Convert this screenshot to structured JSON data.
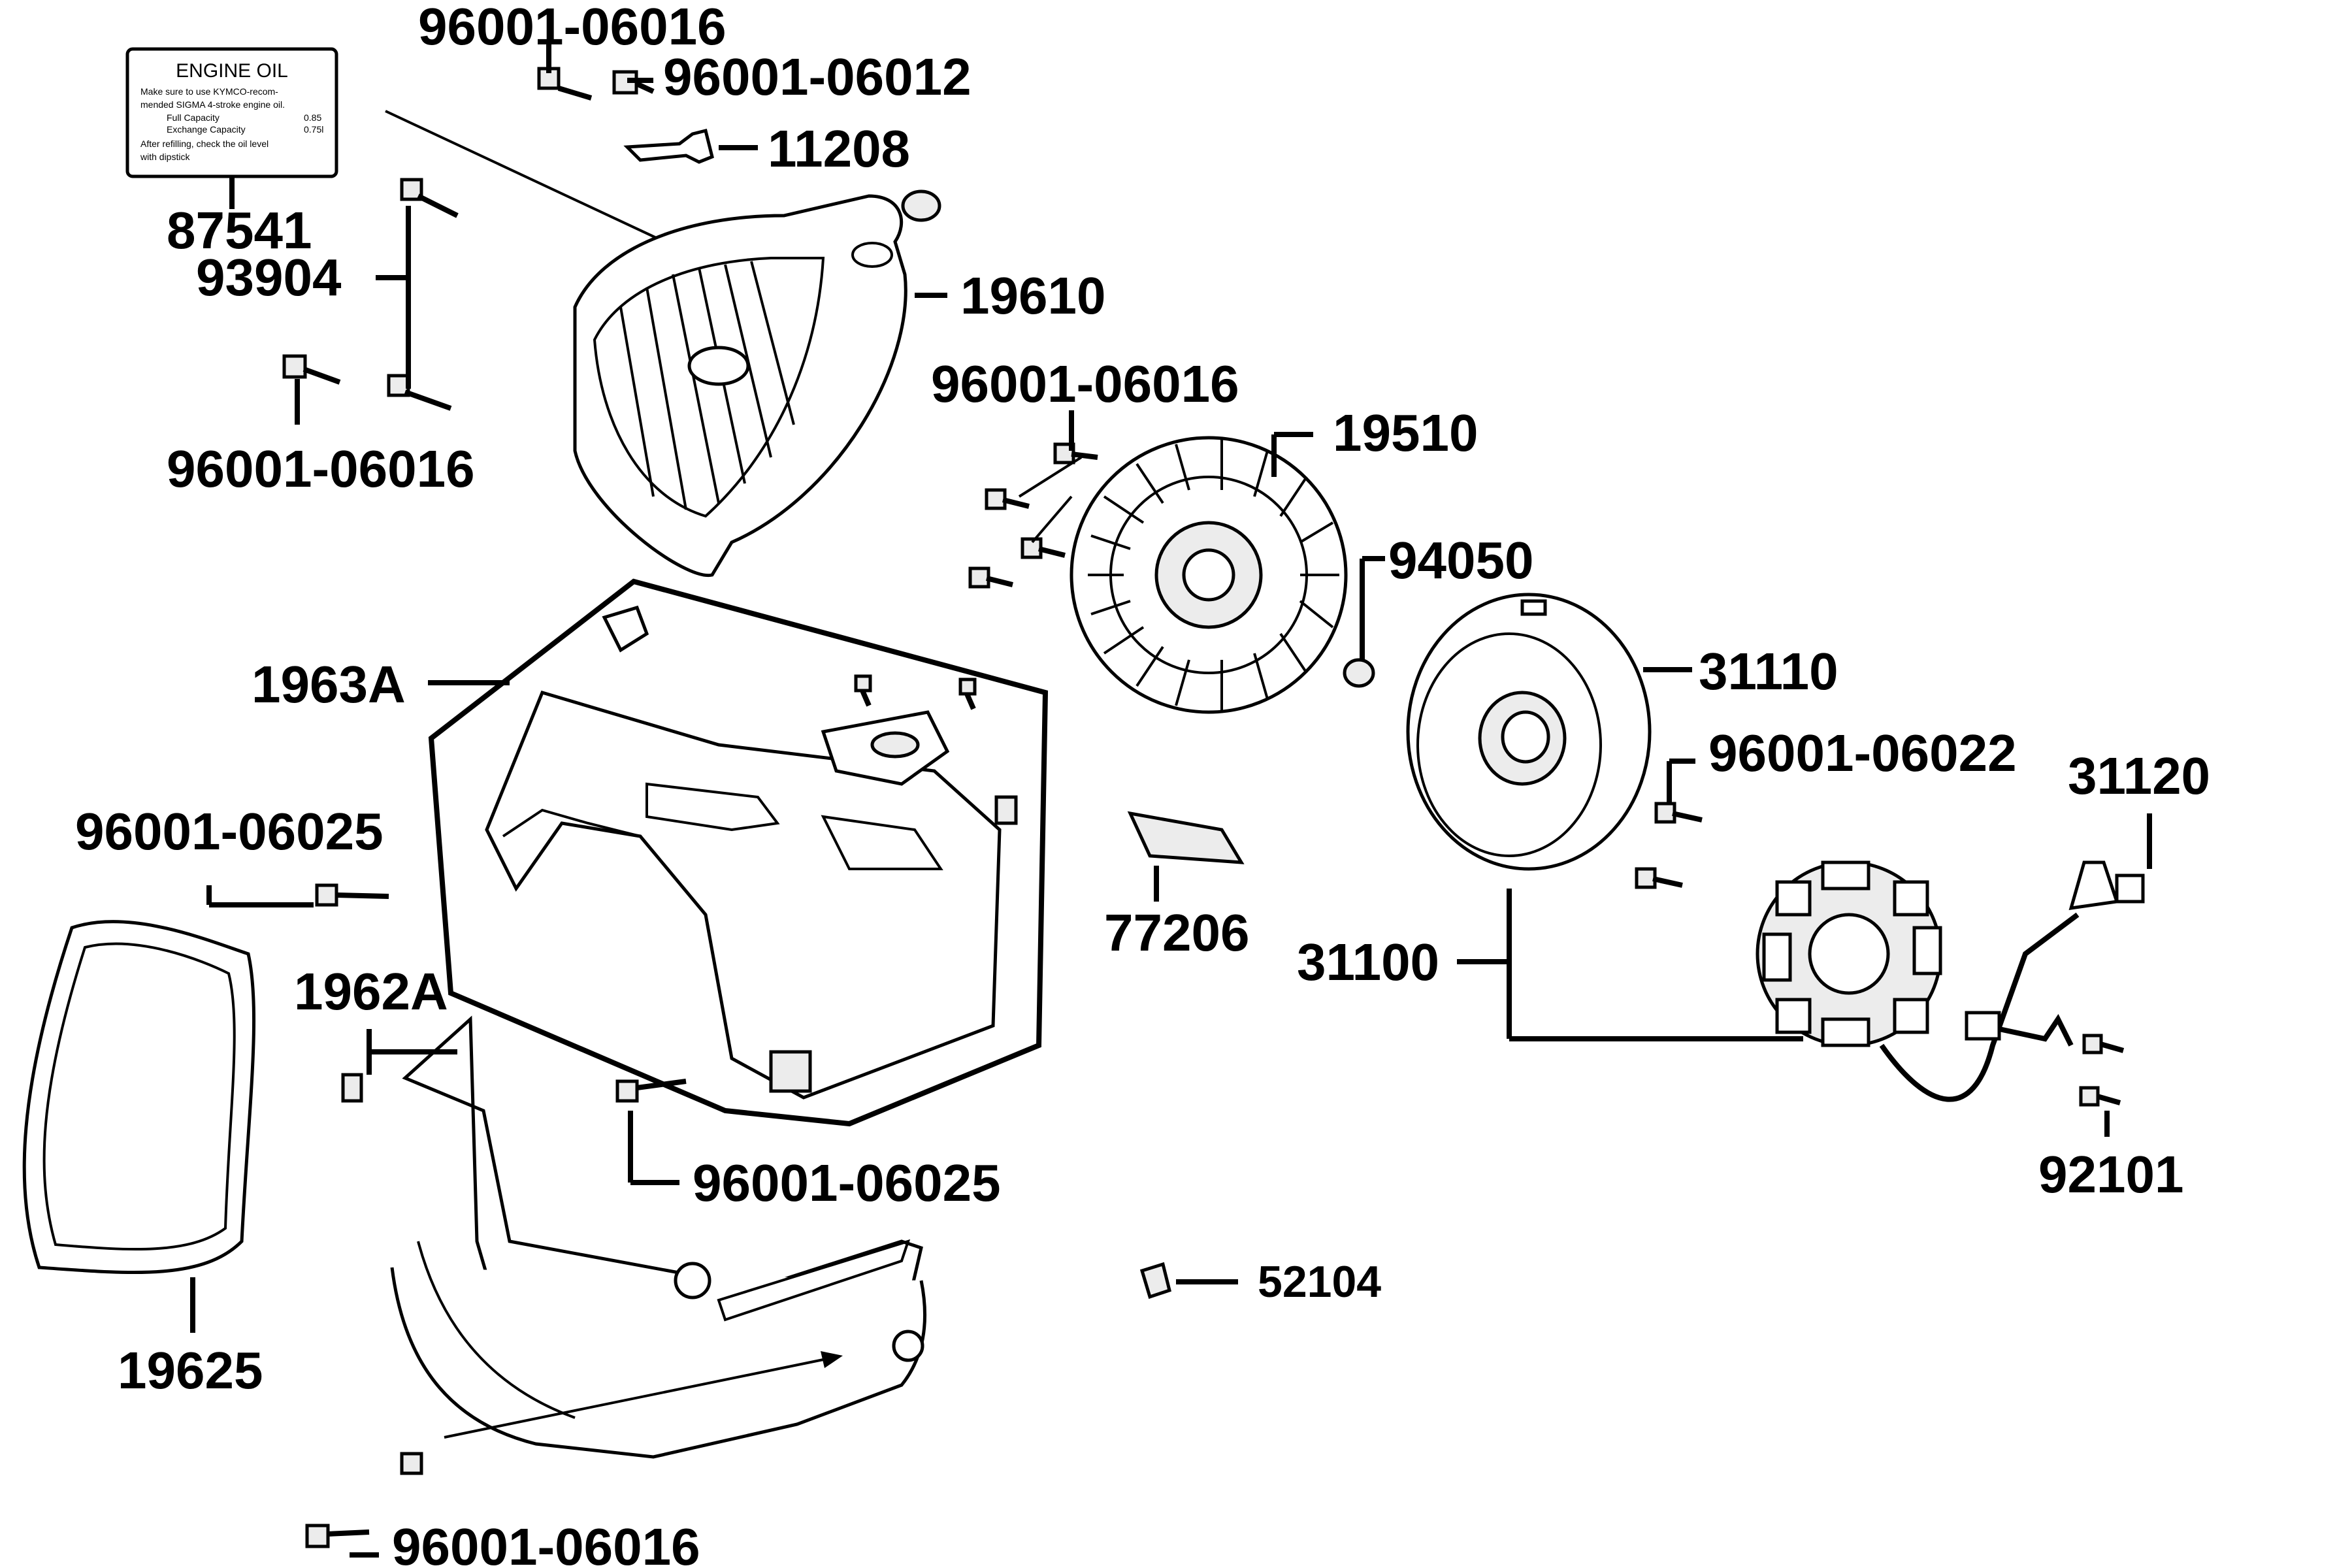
{
  "callouts": {
    "p96001_06016_top": "96001-06016",
    "p96001_06012": "96001-06012",
    "p11208": "11208",
    "p87541": "87541",
    "p93904": "93904",
    "p19610": "19610",
    "p96001_06016_left": "96001-06016",
    "p96001_06016_fan": "96001-06016",
    "p19510": "19510",
    "p94050": "94050",
    "p1963A": "1963A",
    "p31110": "31110",
    "p96001_06022": "96001-06022",
    "p31120": "31120",
    "p96001_06025_left": "96001-06025",
    "p77206": "77206",
    "p31100": "31100",
    "p1962A": "1962A",
    "p96001_06025_mid": "96001-06025",
    "p92101": "92101",
    "p52104": "52104",
    "p19625": "19625",
    "p96001_06016_bottom": "96001-06016"
  },
  "oil_label": {
    "title": "ENGINE OIL",
    "line1": "Make sure to use KYMCO-recom-",
    "line2": "mended SIGMA 4-stroke engine oil.",
    "line3_left": "Full Capacity",
    "line3_right": "0.85",
    "line4_left": "Exchange Capacity",
    "line4_right": "0.75l",
    "line5": "After refilling, check the oil level",
    "line6": "with dipstick"
  }
}
